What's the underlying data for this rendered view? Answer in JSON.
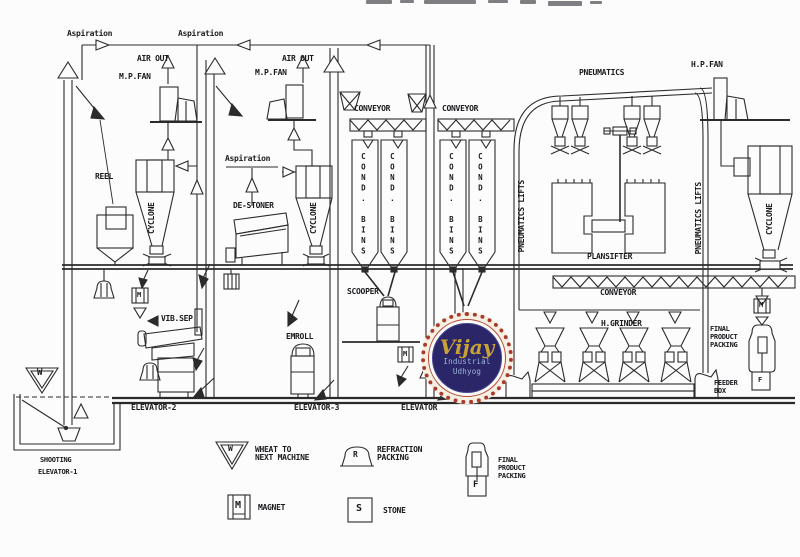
{
  "colors": {
    "ink": "#2b2b2b",
    "bg": "#fcfcfc",
    "logo_ring": "#a93a2c",
    "logo_disc": "#2b2668",
    "logo_gold": "#c9a233",
    "logo_subtext": "#9db4dc"
  },
  "labels": {
    "aspiration_left": "Aspiration",
    "aspiration_mid": "Aspiration",
    "aspiration_destoner": "Aspiration",
    "air_out_left": "AIR OUT",
    "air_out_mid": "AIR OUT",
    "mp_fan_left": "M.P.FAN",
    "mp_fan_mid": "M.P.FAN",
    "hp_fan_right": "H.P.FAN",
    "reel": "REEL",
    "cyclone_left": "CYCLONE",
    "cyclone_mid": "CYCLONE",
    "cyclone_right": "CYCLONE",
    "destoner": "DE-STONER",
    "vib_sep": "VIB.SEP",
    "emroll": "EMROLL",
    "conveyor_bins_1": "CONVEYOR",
    "conveyor_bins_2": "CONVEYOR",
    "scooper": "SCOOPER",
    "pneumatics": "PNEUMATICS",
    "pneumatic_lifts_left": "PNEUMATICS LIFTS",
    "pneumatic_lifts_right": "PNEUMATICS LIFTS",
    "plansifter": "PLANSIFTER",
    "conveyor_right": "CONVEYOR",
    "h_grinder": "H.GRINDER",
    "final_product": {
      "line1": "FINAL",
      "line2": "PRODUCT",
      "line3": "PACKING"
    },
    "feeder_box": {
      "line1": "FEEDER",
      "line2": "BOX"
    },
    "elevator_2": "ELEVATOR-2",
    "elevator_3": "ELEVATOR-3",
    "elevator": "ELEVATOR",
    "shooting_elevator": {
      "line1": "SHOOTING",
      "line2": "ELEVATOR-1"
    }
  },
  "bins": {
    "label": "COND. BINS"
  },
  "symbols": {
    "wheat_w": "W",
    "magnet_m": "M",
    "packing_f": "F"
  },
  "legend": {
    "wheat": {
      "symbol": "W",
      "line1": "WHEAT TO",
      "line2": "NEXT MACHINE"
    },
    "refraction": {
      "symbol": "R",
      "line1": "REFRACTION",
      "line2": "PACKING"
    },
    "magnet": {
      "symbol": "M",
      "line1": "MAGNET"
    },
    "stone": {
      "symbol": "S",
      "line1": "STONE"
    },
    "final": {
      "symbol": "F",
      "line1": "FINAL",
      "line2": "PRODUCT",
      "line3": "PACKING"
    }
  },
  "logo": {
    "script": "Vijay",
    "line1": "Industrial",
    "line2": "Udhyog"
  }
}
